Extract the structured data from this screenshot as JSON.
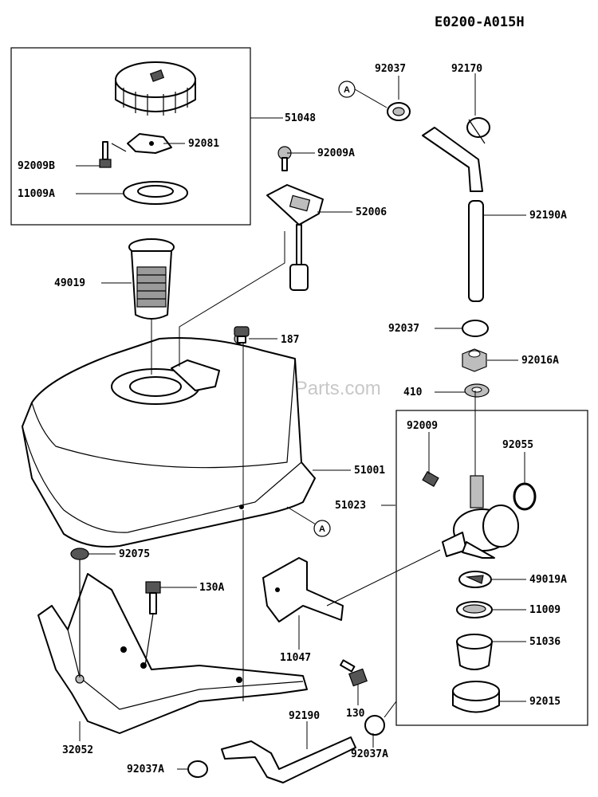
{
  "diagram_code": "E0200-A015H",
  "watermark": "eReplacementParts.com",
  "callout_a": "A",
  "labels": {
    "p51048": "51048",
    "p92081": "92081",
    "p92009B": "92009B",
    "p11009A": "11009A",
    "p92009A": "92009A",
    "p52006": "52006",
    "p49019": "49019",
    "p187": "187",
    "p51001": "51001",
    "p92037_top": "92037",
    "p92170": "92170",
    "p92190A": "92190A",
    "p92037_mid": "92037",
    "p92016A": "92016A",
    "p410": "410",
    "p92009": "92009",
    "p92055": "92055",
    "p51023": "51023",
    "p49019A": "49019A",
    "p11009": "11009",
    "p51036": "51036",
    "p92015": "92015",
    "p92075": "92075",
    "p130A": "130A",
    "p11047": "11047",
    "p130": "130",
    "p32052": "32052",
    "p92190": "92190",
    "p92037A_left": "92037A",
    "p92037A_right": "92037A"
  }
}
